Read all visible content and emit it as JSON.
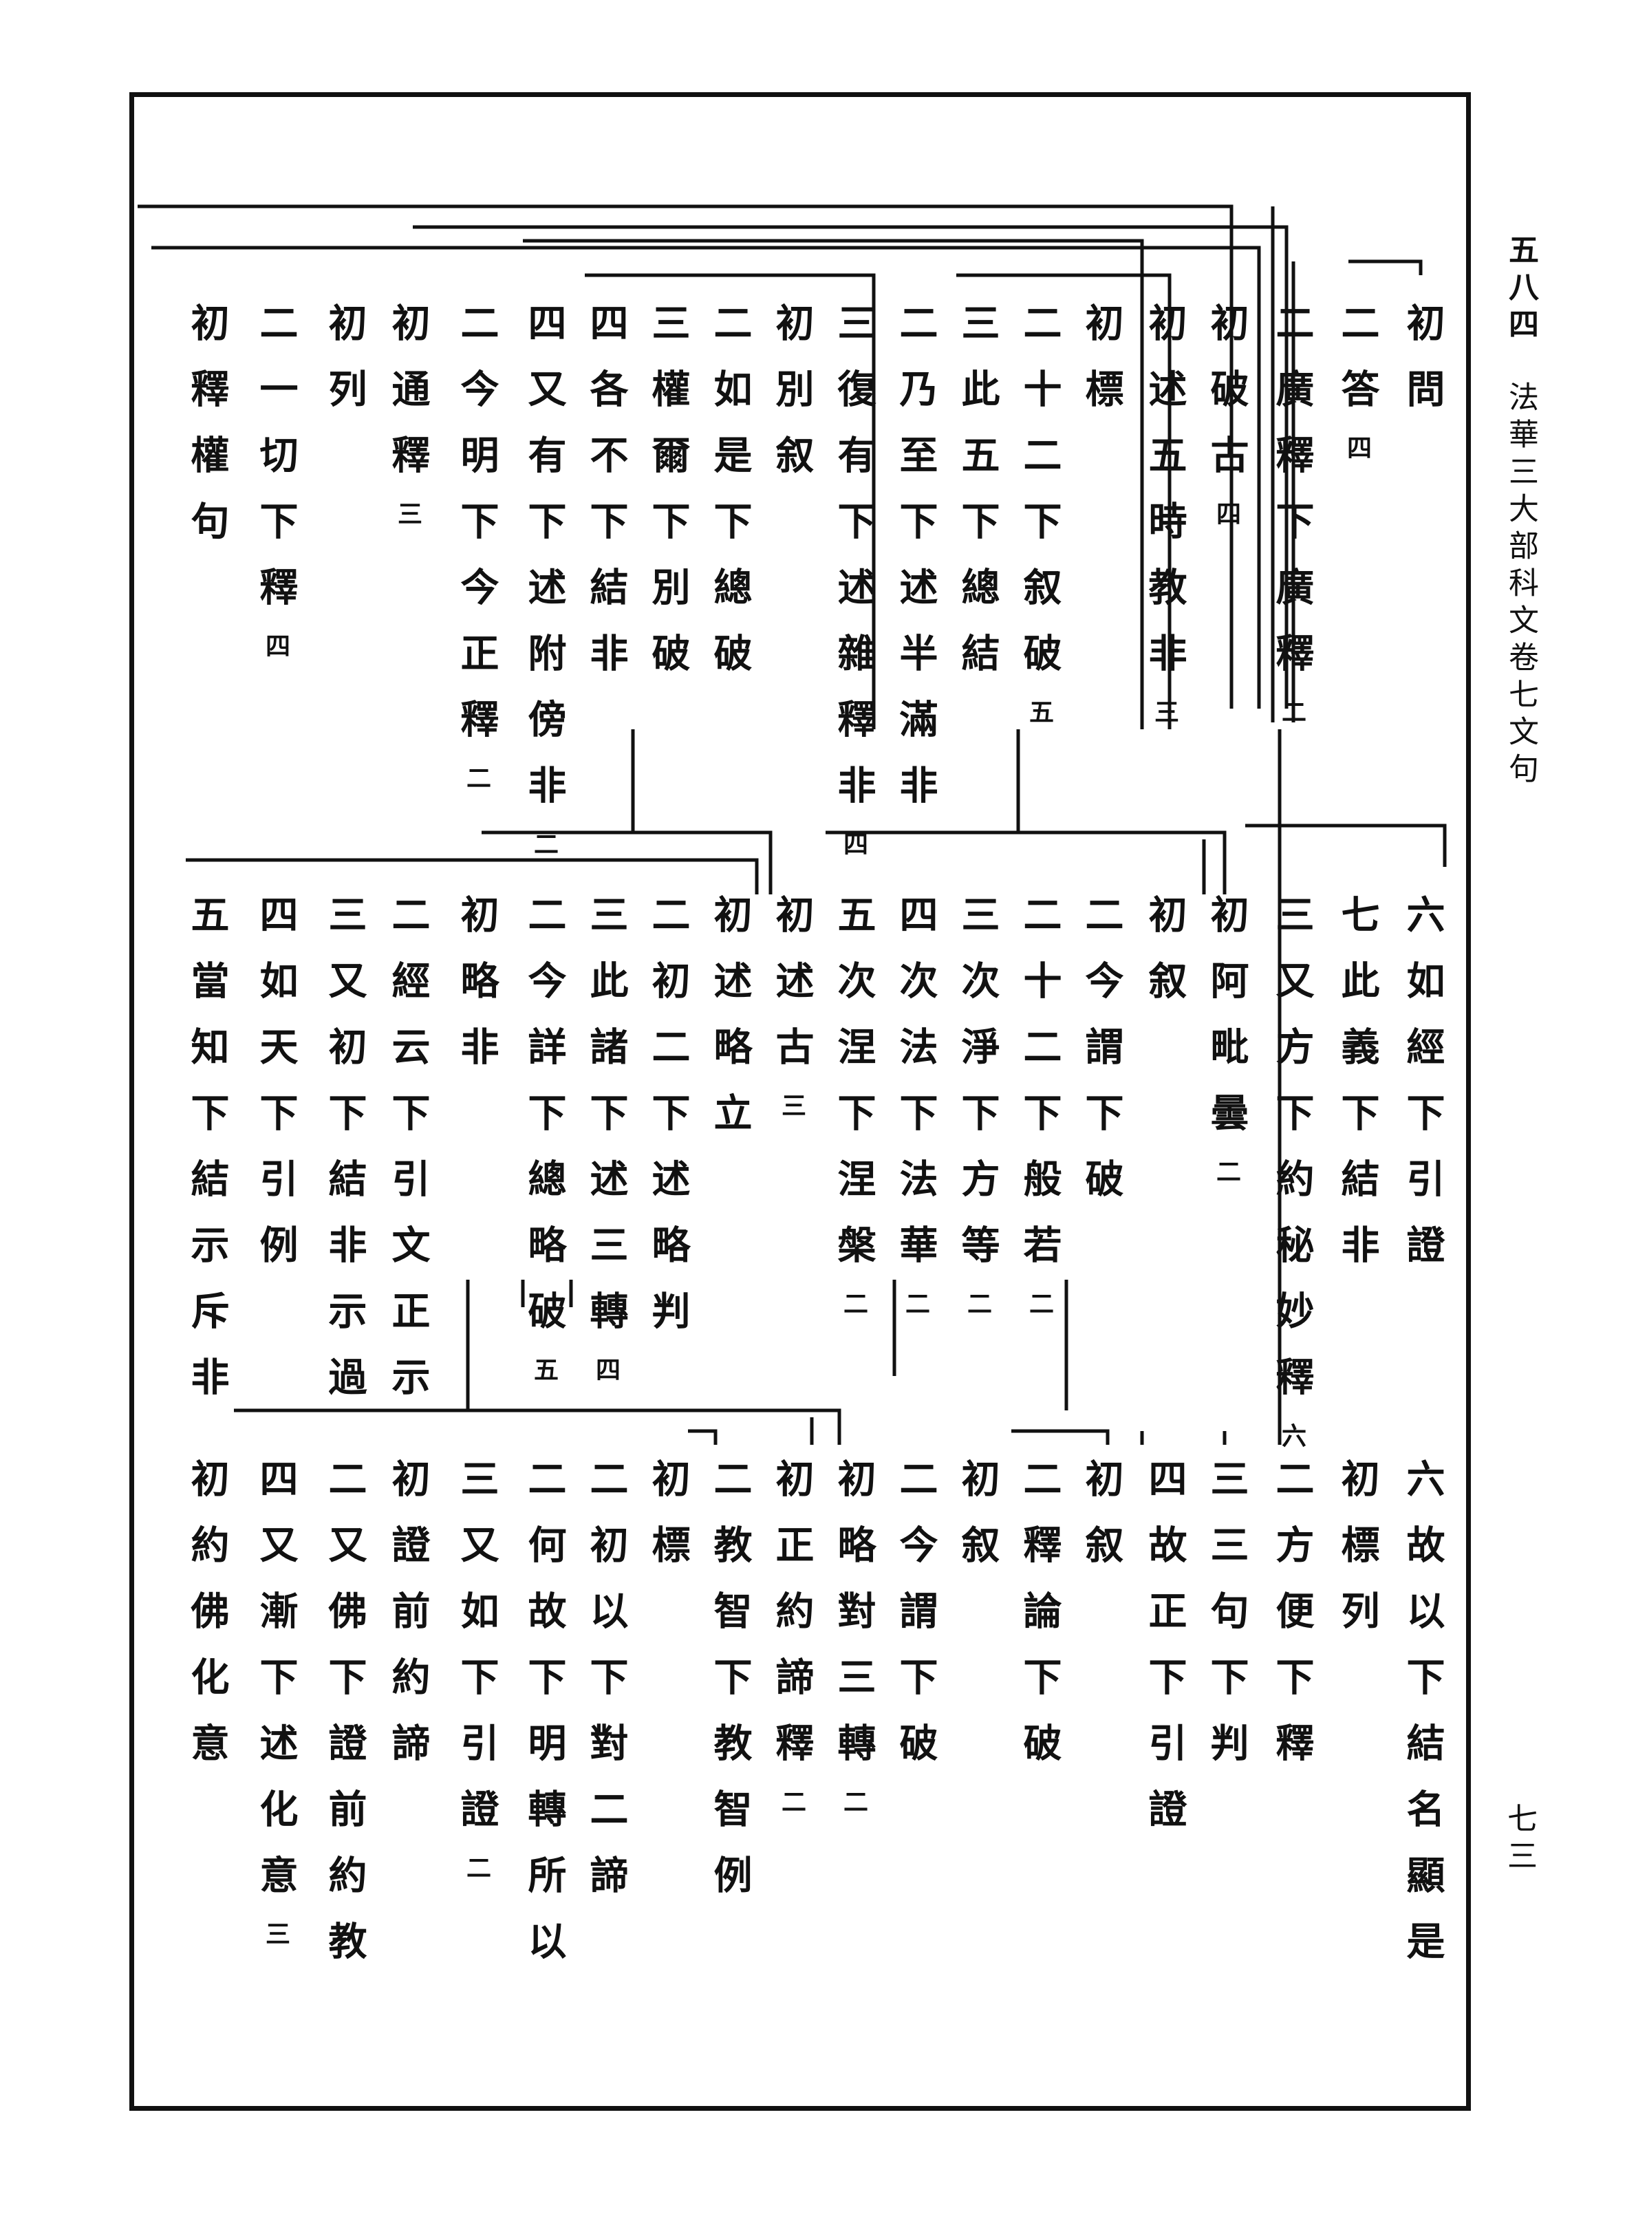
{
  "header": {
    "page_number": "五八四",
    "book_title": "法華三大部科文卷七文句"
  },
  "folio": "七三",
  "rows": [
    {
      "id": "row1",
      "entries": [
        {
          "text": "初問",
          "count": ""
        },
        {
          "text": "二答",
          "count": "四"
        },
        {
          "text": "二廣釋下廣釋",
          "count": "二"
        },
        {
          "text": "初破古",
          "count": "四"
        },
        {
          "text": "初述五時教非",
          "count": "三"
        },
        {
          "text": "初標",
          "count": ""
        },
        {
          "text": "二十二下叙破",
          "count": "五"
        },
        {
          "text": "三此五下總結",
          "count": ""
        },
        {
          "text": "二乃至下述半滿非",
          "count": ""
        },
        {
          "text": "三復有下述雜釋非",
          "count": "四"
        },
        {
          "text": "初別叙",
          "count": ""
        },
        {
          "text": "二如是下總破",
          "count": ""
        },
        {
          "text": "三權爾下別破",
          "count": ""
        },
        {
          "text": "四各不下結非",
          "count": ""
        },
        {
          "text": "四又有下述附傍非",
          "count": "二"
        },
        {
          "text": "二今明下今正釋",
          "count": "二"
        },
        {
          "text": "初通釋",
          "count": "三"
        },
        {
          "text": "初列",
          "count": ""
        },
        {
          "text": "二一切下釋",
          "count": "四"
        },
        {
          "text": "初釋權句",
          "count": ""
        }
      ]
    },
    {
      "id": "row2",
      "entries": [
        {
          "text": "六如經下引證",
          "count": ""
        },
        {
          "text": "七此義下結非",
          "count": ""
        },
        {
          "text": "三又方下約秘妙釋",
          "count": "六"
        },
        {
          "text": "初阿毗曇",
          "count": "二"
        },
        {
          "text": "初叙",
          "count": ""
        },
        {
          "text": "二今謂下破",
          "count": ""
        },
        {
          "text": "二十二下般若",
          "count": "二"
        },
        {
          "text": "三次淨下方等",
          "count": "二"
        },
        {
          "text": "四次法下法華",
          "count": "二"
        },
        {
          "text": "五次涅下涅槃",
          "count": "二"
        },
        {
          "text": "初述古",
          "count": "三"
        },
        {
          "text": "初述略立",
          "count": ""
        },
        {
          "text": "二初二下述略判",
          "count": ""
        },
        {
          "text": "三此諸下述三轉",
          "count": "四"
        },
        {
          "text": "二今詳下總略破",
          "count": "五"
        },
        {
          "text": "初略非",
          "count": ""
        },
        {
          "text": "二經云下引文正示",
          "count": ""
        },
        {
          "text": "三又初下結非示過",
          "count": ""
        },
        {
          "text": "四如天下引例",
          "count": ""
        },
        {
          "text": "五當知下結示斥非",
          "count": ""
        }
      ]
    },
    {
      "id": "row3",
      "entries": [
        {
          "text": "六故以下結名顯是",
          "count": ""
        },
        {
          "text": "初標列",
          "count": ""
        },
        {
          "text": "二方便下釋",
          "count": ""
        },
        {
          "text": "三三句下判",
          "count": ""
        },
        {
          "text": "四故正下引證",
          "count": ""
        },
        {
          "text": "初叙",
          "count": ""
        },
        {
          "text": "二釋論下破",
          "count": ""
        },
        {
          "text": "初叙",
          "count": ""
        },
        {
          "text": "二今謂下破",
          "count": ""
        },
        {
          "text": "初略對三轉",
          "count": "二"
        },
        {
          "text": "初正約諦釋",
          "count": "二"
        },
        {
          "text": "二教智下教智例",
          "count": ""
        },
        {
          "text": "初標",
          "count": ""
        },
        {
          "text": "二初以下對二諦",
          "count": ""
        },
        {
          "text": "二何故下明轉所以",
          "count": ""
        },
        {
          "text": "三又如下引證",
          "count": "二"
        },
        {
          "text": "初證前約諦",
          "count": ""
        },
        {
          "text": "二又佛下證前約教",
          "count": ""
        },
        {
          "text": "四又漸下述化意",
          "count": "三"
        },
        {
          "text": "初約佛化意",
          "count": ""
        }
      ]
    }
  ]
}
